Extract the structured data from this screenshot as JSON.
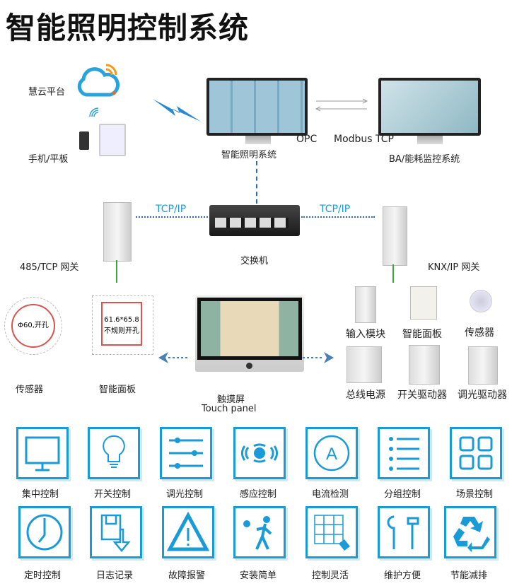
{
  "title": "智能照明控制系统",
  "top": {
    "cloud_label": "慧云平台",
    "mobile_label": "手机/平板",
    "lighting_system_label": "智能照明系统",
    "opc_label": "OPC",
    "modbus_label": "Modbus TCP",
    "ba_label": "BA/能耗监控系统"
  },
  "network": {
    "tcpip_left": "TCP/IP",
    "tcpip_right": "TCP/IP",
    "switch_label": "交换机",
    "gateway_left_label": "485/TCP 网关",
    "gateway_right_label": "KNX/IP 网关"
  },
  "left_devices": {
    "sensor_hole": "Φ60,开孔",
    "panel_size": "61.6*65.8",
    "panel_hole": "不规则开孔",
    "sensor_label": "传感器",
    "panel_label": "智能面板"
  },
  "touch_panel": {
    "label_cn": "触摸屏",
    "label_en": "Touch panel"
  },
  "knx_devices": [
    "输入模块",
    "智能面板",
    "传感器",
    "总线电源",
    "开关驱动器",
    "调光驱动器"
  ],
  "features": [
    "集中控制",
    "开关控制",
    "调光控制",
    "感应控制",
    "电流检测",
    "分组控制",
    "场景控制",
    "定时控制",
    "日志记录",
    "故障报警",
    "安装简单",
    "控制灵活",
    "维护方便",
    "节能减排"
  ],
  "colors": {
    "accent": "#1a9ad6",
    "green": "#3aa83a",
    "red": "#d9534f"
  }
}
